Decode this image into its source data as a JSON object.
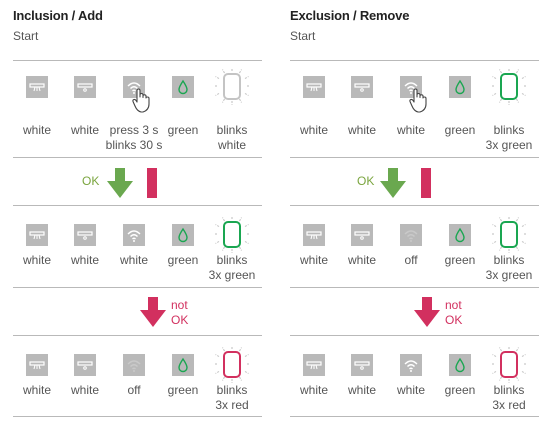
{
  "left": {
    "title": "Inclusion / Add",
    "subtitle": "Start",
    "row1": [
      "white",
      "white",
      "press 3 s\nblinks 30 s",
      "green",
      "blinks\nwhite"
    ],
    "arrow1": "OK",
    "row2": [
      "white",
      "white",
      "white",
      "green",
      "blinks\n3x green"
    ],
    "arrow2": "not\nOK",
    "row3": [
      "white",
      "white",
      "off",
      "green",
      "blinks\n3x red"
    ]
  },
  "right": {
    "title": "Exclusion / Remove",
    "subtitle": "Start",
    "row1": [
      "white",
      "white",
      "white",
      "green",
      "blinks\n3x green"
    ],
    "arrow1": "OK",
    "row2": [
      "white",
      "white",
      "off",
      "green",
      "blinks\n3x green"
    ],
    "arrow2": "not\nOK",
    "row3": [
      "white",
      "white",
      "white",
      "green",
      "blinks\n3x red"
    ]
  },
  "colors": {
    "green": "#1aa651",
    "red": "#d2305f",
    "ok": "#7aa53e",
    "grey": "#b5b5b5"
  }
}
